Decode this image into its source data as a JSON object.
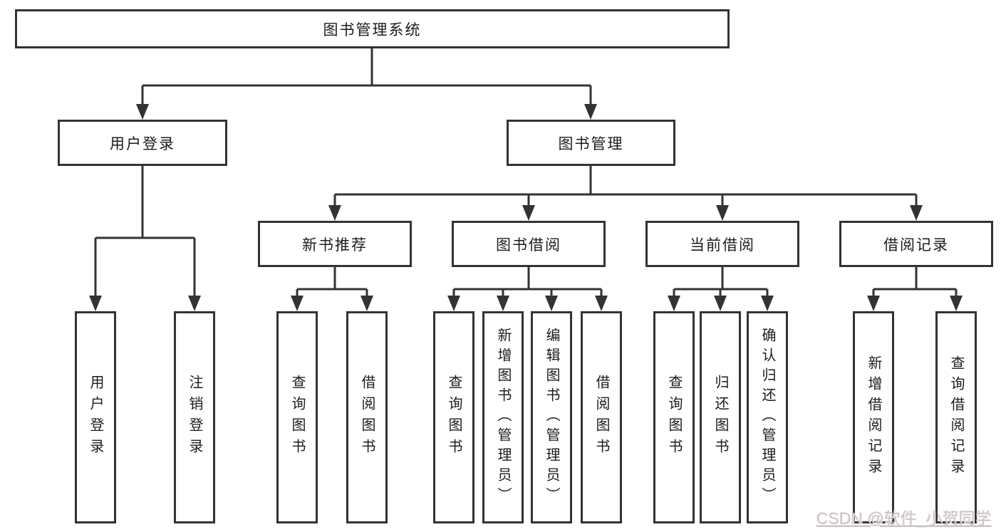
{
  "nodes": {
    "root": "图书管理系统",
    "user_login": "用户登录",
    "book_mgmt": "图书管理",
    "new_book_rec": "新书推荐",
    "book_borrow": "图书借阅",
    "current_borrow": "当前借阅",
    "borrow_records": "借阅记录",
    "ul_user_login": "用户登录",
    "ul_logout": "注销登录",
    "nb_query_book": "查询图书",
    "nb_borrow_book": "借阅图书",
    "bb_query_book": "查询图书",
    "bb_add_book": "新增图书（管理员）",
    "bb_edit_book": "编辑图书（管理员）",
    "bb_borrow_book": "借阅图书",
    "cb_query_book": "查询图书",
    "cb_return_book": "归还图书",
    "cb_confirm_return": "确认归还（管理员）",
    "br_add_record": "新增借阅记录",
    "br_query_record": "查询借阅记录"
  },
  "watermark": "CSDN @软件_小贺同学",
  "colors": {
    "line": "#333333",
    "text": "#1c1c1c",
    "background": "#ffffff",
    "watermark": "#ccc4c4"
  }
}
